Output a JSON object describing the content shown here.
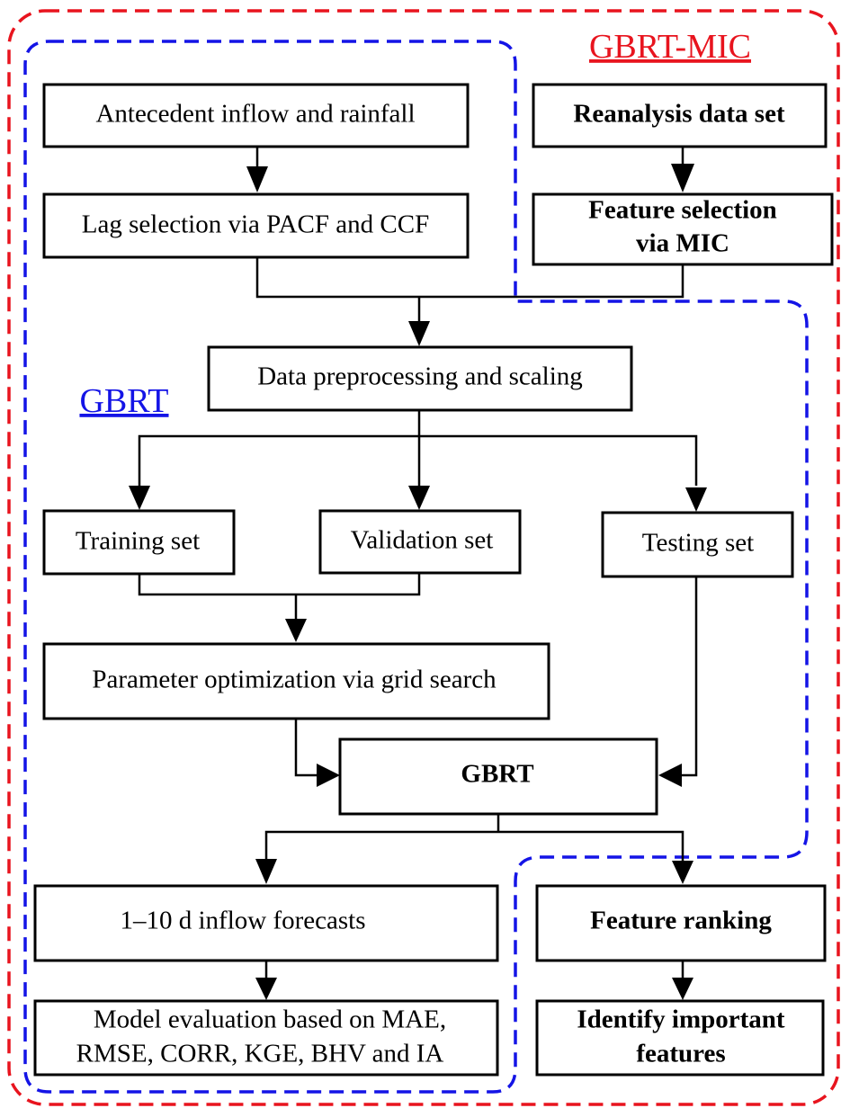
{
  "diagram": {
    "regions": {
      "outer": {
        "label": "GBRT-MIC",
        "color": "#e8141e"
      },
      "inner": {
        "label": "GBRT",
        "color": "#1414e6"
      }
    },
    "nodes": {
      "antecedent": {
        "label": "Antecedent inflow and rainfall",
        "bold": false
      },
      "lag": {
        "label": "Lag selection via PACF and CCF",
        "bold": false
      },
      "reanalysis": {
        "label": "Reanalysis data set",
        "bold": true
      },
      "feature_sel": {
        "lines": [
          "Feature selection",
          "via MIC"
        ],
        "bold": true
      },
      "preprocess": {
        "label": "Data preprocessing and scaling",
        "bold": false
      },
      "training": {
        "label": "Training set",
        "bold": false
      },
      "validation": {
        "label": "Validation set",
        "bold": false
      },
      "testing": {
        "label": "Testing set",
        "bold": false
      },
      "param_opt": {
        "label": "Parameter optimization via grid search",
        "bold": false
      },
      "gbrt": {
        "label": "GBRT",
        "bold": true
      },
      "forecasts": {
        "label": "1–10 d  inflow forecasts",
        "bold": false
      },
      "evaluation": {
        "lines": [
          "Model evaluation based on MAE,",
          "RMSE, CORR, KGE, BHV and IA"
        ],
        "bold": false
      },
      "ranking": {
        "label": "Feature ranking",
        "bold": true
      },
      "identify": {
        "lines": [
          "Identify important",
          "features"
        ],
        "bold": true
      }
    },
    "edges": [
      {
        "from": "antecedent",
        "to": "lag"
      },
      {
        "from": "reanalysis",
        "to": "feature_sel"
      },
      {
        "from": "lag",
        "to": "preprocess"
      },
      {
        "from": "feature_sel",
        "to": "preprocess"
      },
      {
        "from": "preprocess",
        "to": "training"
      },
      {
        "from": "preprocess",
        "to": "validation"
      },
      {
        "from": "preprocess",
        "to": "testing"
      },
      {
        "from": "training",
        "to": "param_opt"
      },
      {
        "from": "validation",
        "to": "param_opt"
      },
      {
        "from": "param_opt",
        "to": "gbrt"
      },
      {
        "from": "testing",
        "to": "gbrt"
      },
      {
        "from": "gbrt",
        "to": "forecasts"
      },
      {
        "from": "gbrt",
        "to": "ranking"
      },
      {
        "from": "forecasts",
        "to": "evaluation"
      },
      {
        "from": "ranking",
        "to": "identify"
      }
    ]
  }
}
